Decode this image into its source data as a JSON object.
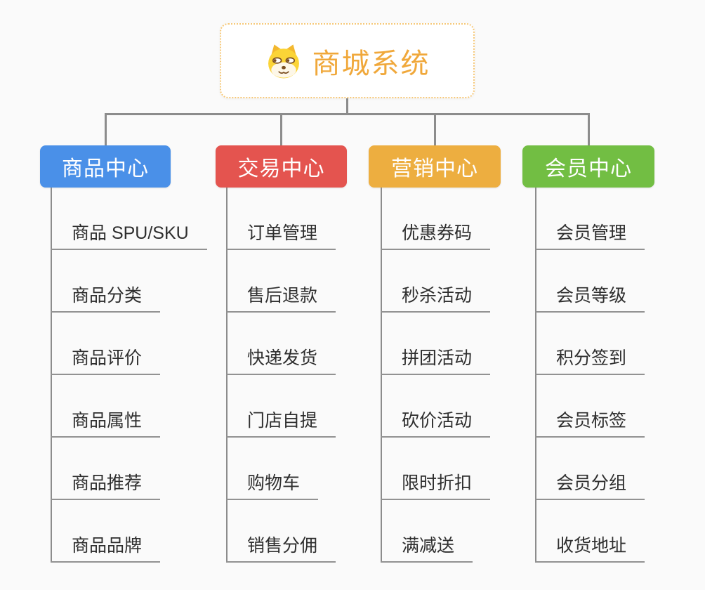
{
  "root": {
    "title": "商城系统",
    "icon": "doge-icon",
    "title_color": "#F0A83B",
    "border_color": "#F6C878"
  },
  "branches": [
    {
      "label": "商品中心",
      "color": "#4A90E8",
      "children": [
        "商品 SPU/SKU",
        "商品分类",
        "商品评价",
        "商品属性",
        "商品推荐",
        "商品品牌"
      ]
    },
    {
      "label": "交易中心",
      "color": "#E4544F",
      "children": [
        "订单管理",
        "售后退款",
        "快递发货",
        "门店自提",
        "购物车",
        "销售分佣"
      ]
    },
    {
      "label": "营销中心",
      "color": "#EDAE40",
      "children": [
        "优惠券码",
        "秒杀活动",
        "拼团活动",
        "砍价活动",
        "限时折扣",
        "满减送"
      ]
    },
    {
      "label": "会员中心",
      "color": "#72BE43",
      "children": [
        "会员管理",
        "会员等级",
        "积分签到",
        "会员标签",
        "会员分组",
        "收货地址"
      ]
    }
  ],
  "connector_color": "#8C8C8C"
}
